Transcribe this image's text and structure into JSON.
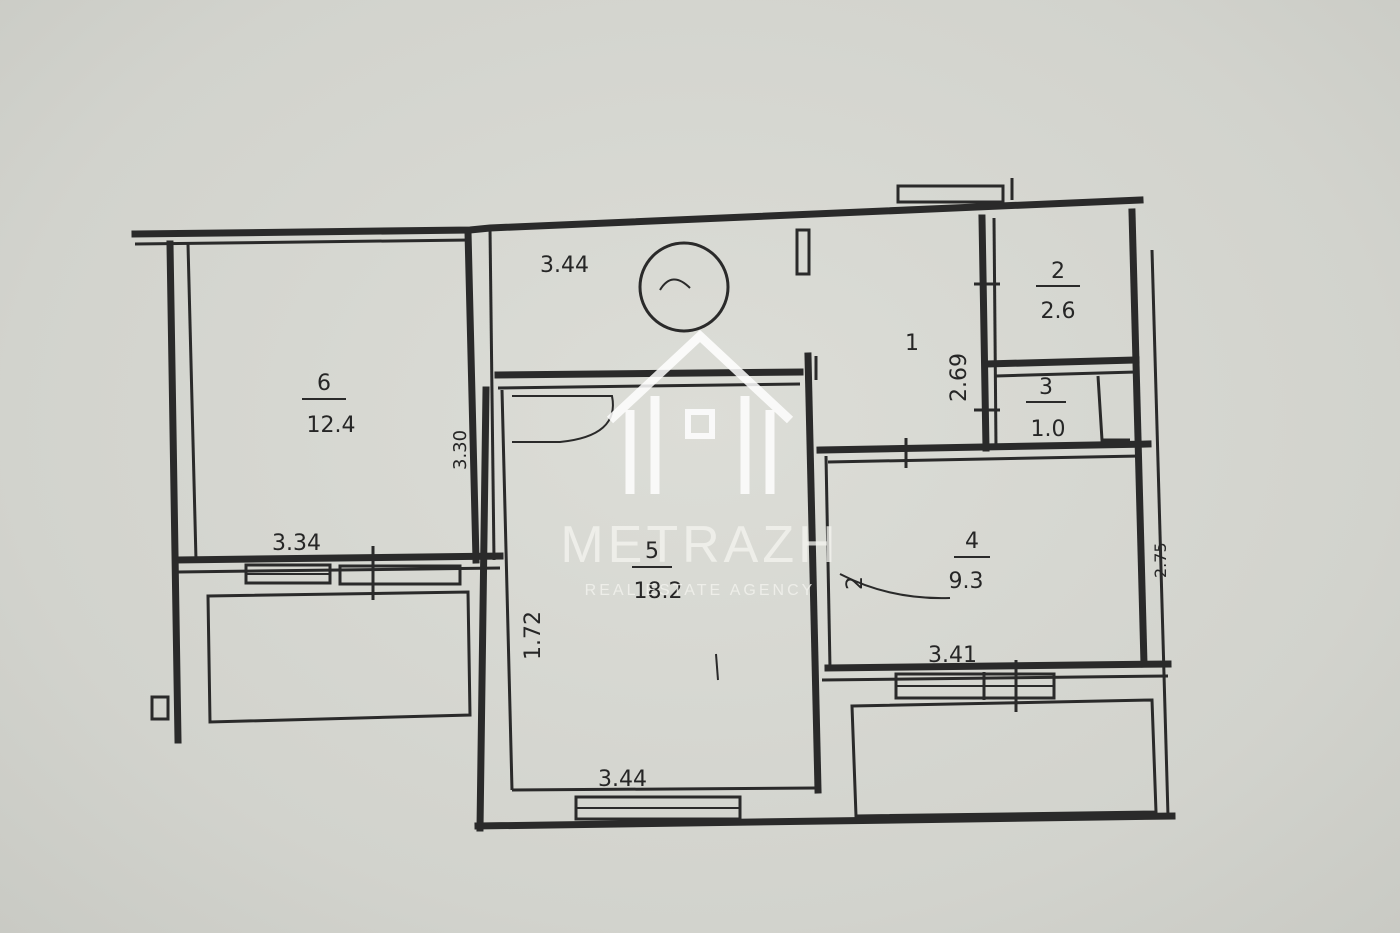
{
  "rooms": [
    {
      "id": "6",
      "number": "6",
      "area": "12.4"
    },
    {
      "id": "5",
      "number": "5",
      "area": "18.2"
    },
    {
      "id": "4",
      "number": "4",
      "area": "9.3"
    },
    {
      "id": "2",
      "number": "2",
      "area": "2.6"
    },
    {
      "id": "3",
      "number": "3",
      "area": "1.0"
    },
    {
      "id": "1",
      "number": "1",
      "area": ""
    }
  ],
  "dimensions": {
    "top_hall": "3.44",
    "room6_width": "3.34",
    "room6_depth": "3.30",
    "room5_left": "1.72",
    "room5_bottom": "3.44",
    "hall_height": "2.69",
    "room4_width": "3.41",
    "room4_door": "2",
    "right_side": "2.75"
  },
  "watermark": {
    "name": "METRAZH",
    "tagline": "REAL ESTATE AGENCY",
    "color": "#ffffff"
  }
}
